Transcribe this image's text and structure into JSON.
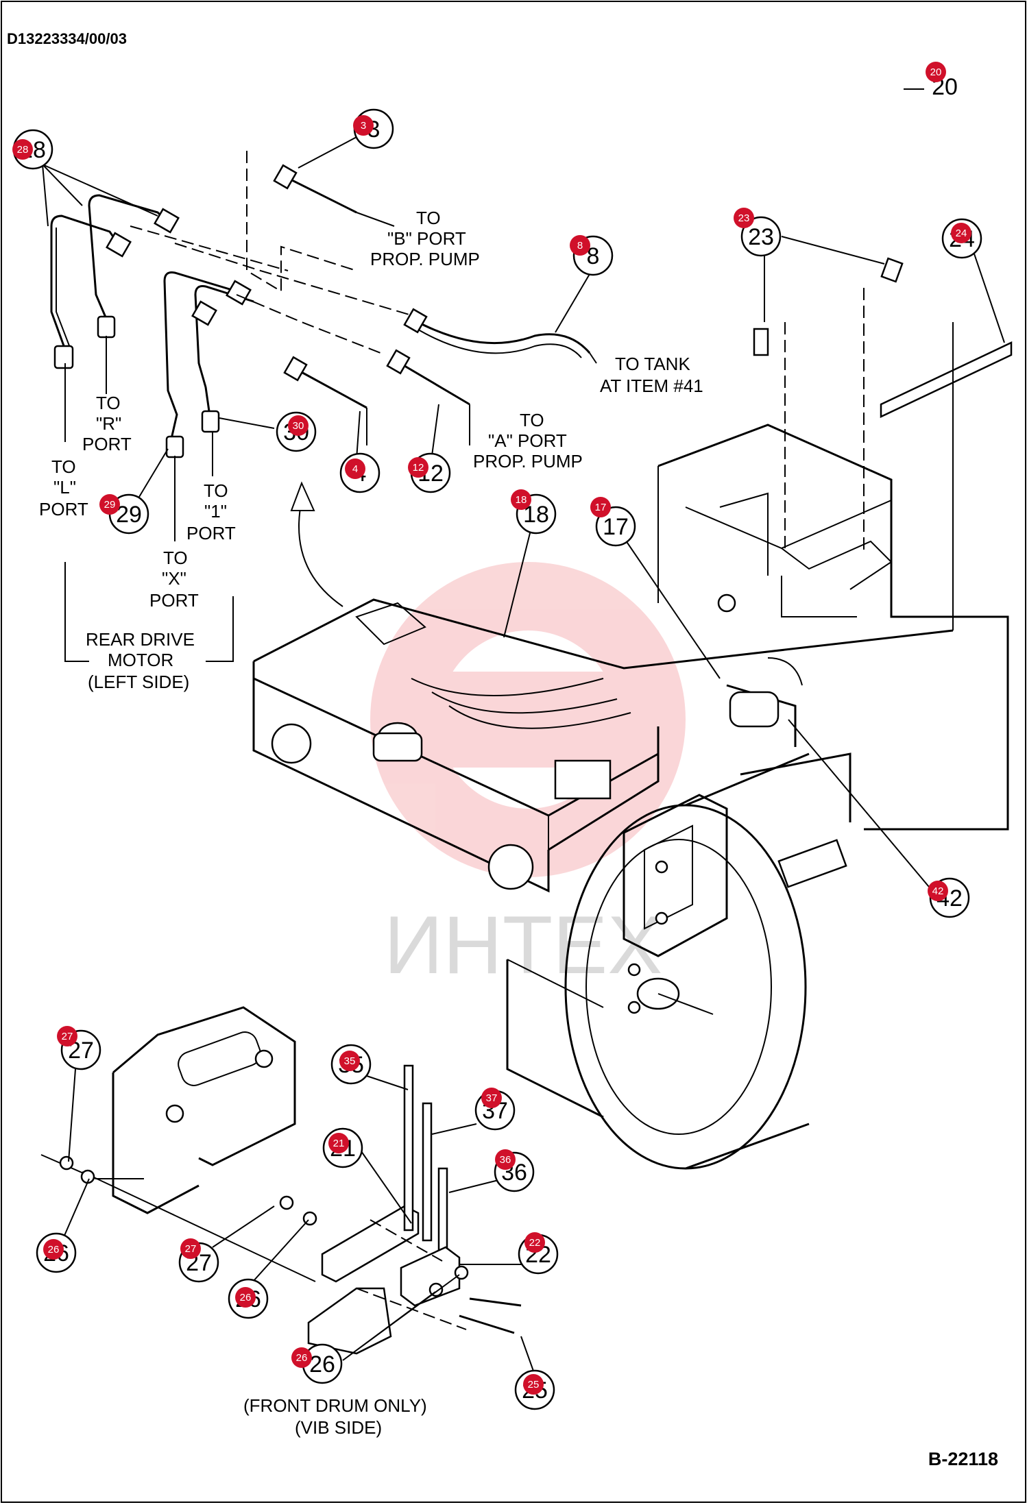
{
  "document_id": "D13223334/00/03",
  "figure_id": "B-22118",
  "watermark": "ИНТЕХ",
  "accent_color": "#d0102a",
  "labels": {
    "to_b_port": [
      "TO",
      "\"B\" PORT",
      "PROP. PUMP"
    ],
    "to_tank": [
      "TO TANK",
      "AT ITEM #41"
    ],
    "to_a_port": [
      "TO",
      "\"A\" PORT",
      "PROP. PUMP"
    ],
    "to_r_port": [
      "TO",
      "\"R\"",
      "PORT"
    ],
    "to_l_port": [
      "TO",
      "\"L\"",
      "PORT"
    ],
    "to_1_port": [
      "TO",
      "\"1\"",
      "PORT"
    ],
    "to_x_port": [
      "TO",
      "\"X\"",
      "PORT"
    ],
    "rear_drive_motor": [
      "REAR DRIVE",
      "MOTOR",
      "(LEFT SIDE)"
    ],
    "front_drum_only": [
      "(FRONT DRUM ONLY)",
      "(VIB SIDE)"
    ]
  },
  "callouts": {
    "c3": "3",
    "c4": "4",
    "c8": "8",
    "c12": "12",
    "c17": "17",
    "c18": "18",
    "c20": "20",
    "c21": "21",
    "c22": "22",
    "c23": "23",
    "c24": "24",
    "c25": "25",
    "c26a": "26",
    "c26b": "26",
    "c26c": "26",
    "c27a": "27",
    "c27b": "27",
    "c28": "28",
    "c29": "29",
    "c30": "30",
    "c35": "35",
    "c36": "36",
    "c37": "37",
    "c42": "42"
  }
}
